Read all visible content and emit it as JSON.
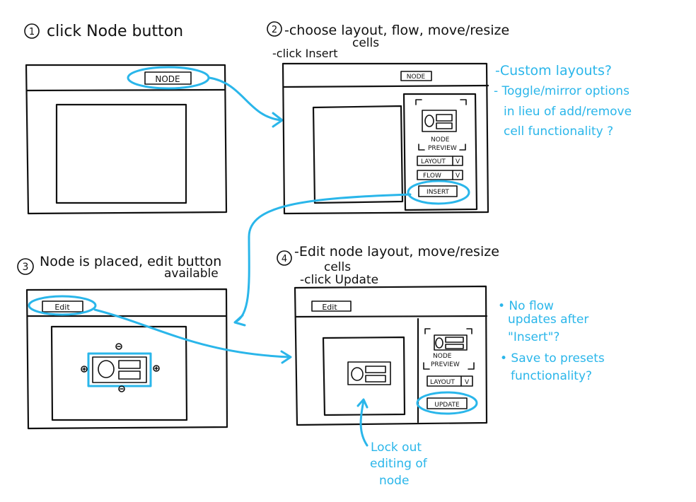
{
  "steps": {
    "s1": {
      "num": "1",
      "title": "click Node button",
      "button": "NODE"
    },
    "s2": {
      "num": "2",
      "title_l1": "-choose layout, flow, move/resize",
      "title_l2": "cells",
      "title_l3": "-click Insert",
      "toolbar_button": "NODE",
      "preview_l1": "NODE",
      "preview_l2": "PREVIEW",
      "layout_select": "LAYOUT",
      "flow_select": "FLOW",
      "select_arrow": "V",
      "insert_button": "INSERT"
    },
    "s3": {
      "num": "3",
      "title_l1": "Node is placed, edit button",
      "title_l2": "available",
      "edit_button": "Edit"
    },
    "s4": {
      "num": "4",
      "title_l1": "-Edit node layout, move/resize",
      "title_l2": "cells",
      "title_l3": "-click Update",
      "edit_button": "Edit",
      "preview_l1": "NODE",
      "preview_l2": "PREVIEW",
      "layout_select": "LAYOUT",
      "select_arrow": "V",
      "update_button": "UPDATE"
    }
  },
  "notes": {
    "right_top": [
      "-Custom layouts?",
      "- Toggle/mirror options",
      "in lieu of add/remove",
      "cell functionality ?"
    ],
    "right_bottom": [
      "• No flow",
      "updates after",
      "\"Insert\"?",
      "• Save to presets",
      "functionality?"
    ],
    "bottom": [
      "Lock out",
      "editing of",
      "node"
    ]
  },
  "colors": {
    "ink": "#111111",
    "annotation": "#2ab6ea",
    "background": "#ffffff"
  }
}
